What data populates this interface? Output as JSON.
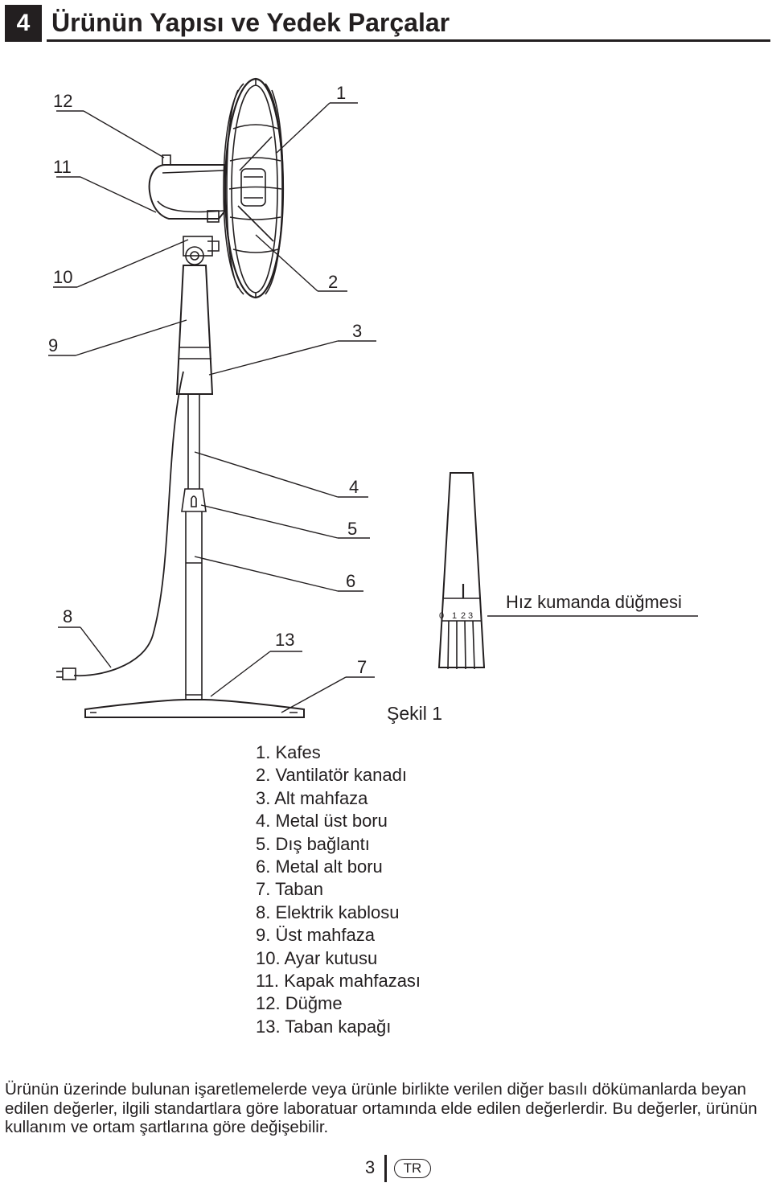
{
  "header": {
    "section_number": "4",
    "title": "Ürünün Yapısı ve Yedek Parçalar"
  },
  "figure": {
    "caption": "Şekil 1",
    "callouts": [
      "12",
      "11",
      "10",
      "9",
      "1",
      "2",
      "3",
      "4",
      "5",
      "6",
      "7",
      "8",
      "13"
    ],
    "speed_knob": {
      "label": "Hız kumanda düğmesi",
      "marks": [
        "0",
        "1",
        "2",
        "3"
      ]
    }
  },
  "parts_list": [
    "1. Kafes",
    "2. Vantilatör kanadı",
    "3. Alt mahfaza",
    "4. Metal üst boru",
    "5. Dış bağlantı",
    "6. Metal alt boru",
    "7. Taban",
    "8. Elektrik kablosu",
    "9. Üst mahfaza",
    "10. Ayar kutusu",
    "11. Kapak mahfazası",
    "12. Düğme",
    "13. Taban kapağı"
  ],
  "note": "Ürünün üzerinde bulunan işaretlemelerde veya ürünle birlikte verilen diğer basılı dökümanlarda beyan edilen değerler, ilgili standartlara göre laboratuar ortamında elde edilen değerlerdir. Bu değerler, ürünün kullanım ve ortam şartlarına göre değişebilir.",
  "footer": {
    "page_number": "3",
    "language": "TR"
  }
}
